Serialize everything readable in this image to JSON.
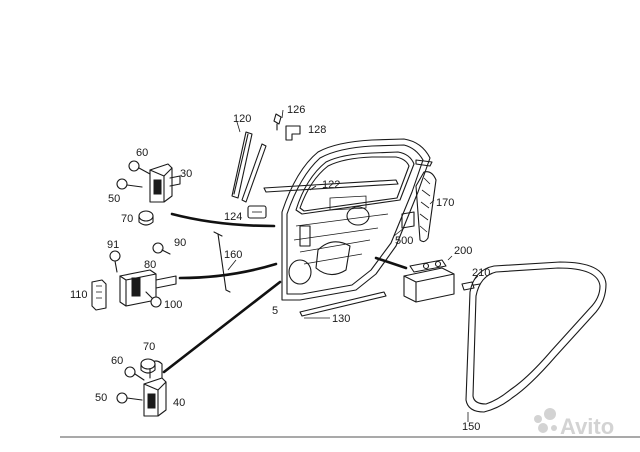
{
  "labels": {
    "p120": "120",
    "p126": "126",
    "p128": "128",
    "p122": "122",
    "p124": "124",
    "p170": "170",
    "p500": "500",
    "p200": "200",
    "p210": "210",
    "p160": "160",
    "p5": "5",
    "p130": "130",
    "p150": "150",
    "p60a": "60",
    "p30": "30",
    "p50a": "50",
    "p70a": "70",
    "p91": "91",
    "p90": "90",
    "p80": "80",
    "p110": "110",
    "p100": "100",
    "p70b": "70",
    "p60b": "60",
    "p50b": "50",
    "p40": "40"
  },
  "watermark": {
    "text": "Avito"
  },
  "colors": {
    "line": "#1a1a1a",
    "background": "#ffffff",
    "watermark": "#d3d3d3"
  }
}
